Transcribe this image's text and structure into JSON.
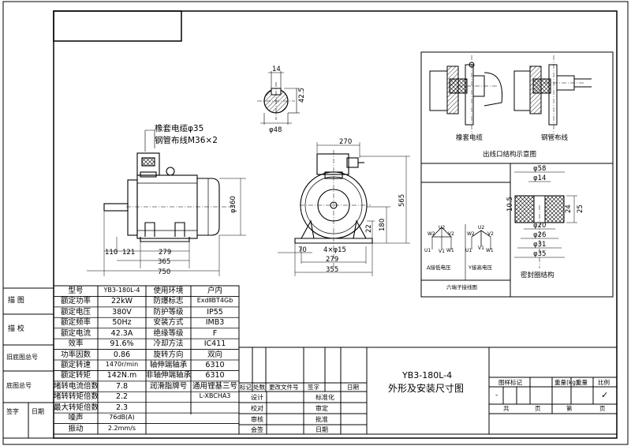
{
  "side_labels": [
    "描 图",
    "描 校",
    "旧底图总号",
    "底图总号",
    "签字",
    "日期"
  ],
  "dims": {
    "keyway_width": "14",
    "keyway_depth": "42.5",
    "shaft_dia": "φ48",
    "side_110": "110",
    "side_121": "121",
    "side_279": "279",
    "side_365": "365",
    "side_750": "750",
    "side_height": "φ360",
    "front_270": "270",
    "front_565": "565",
    "front_180": "180",
    "front_22": "22",
    "front_70": "70",
    "front_holes": "4×φ15",
    "front_279": "279",
    "front_355": "355",
    "seal_58": "φ58",
    "seal_14": "φ14",
    "seal_10_5": "10.5",
    "seal_24": "24",
    "seal_25": "25",
    "seal_20": "φ20",
    "seal_26": "φ26",
    "seal_31": "φ31",
    "seal_35": "φ35"
  },
  "cable_note": [
    "橡套电缆φ35",
    "钢管布线M36×2"
  ],
  "detail": {
    "left_label": "橡套电缆",
    "right_label": "钢管布线",
    "caption": "出线口结构示意图",
    "seal_caption": "密封圈结构",
    "wiring_caption": "六端子接线图",
    "delta_caption": "Δ接低电压",
    "y_caption": "Y接高电压",
    "terminals_delta": [
      "W2",
      "U2",
      "V2",
      "U1",
      "V1",
      "W1"
    ],
    "terminals_y": [
      "W2",
      "U2",
      "V2",
      "U1",
      "V1",
      "W1"
    ]
  },
  "spec_table": [
    [
      "型号",
      "YB3-180L-4",
      "使用环境",
      "户内"
    ],
    [
      "额定功率",
      "22kW",
      "防爆标志",
      "ExdⅡBT4Gb"
    ],
    [
      "额定电压",
      "380V",
      "防护等级",
      "IP55"
    ],
    [
      "额定频率",
      "50Hz",
      "安装方式",
      "IMB3"
    ],
    [
      "额定电流",
      "42.3A",
      "绝缘等级",
      "F"
    ],
    [
      "效率",
      "91.6%",
      "冷却方法",
      "IC411"
    ],
    [
      "功率因数",
      "0.86",
      "旋转方向",
      "双向"
    ],
    [
      "额定转速",
      "1470r/min",
      "轴伸端轴承",
      "6310"
    ],
    [
      "额定转矩",
      "142N.m",
      "非轴伸端轴承",
      "6310"
    ],
    [
      "堵转电流倍数",
      "7.8",
      "润滑脂牌号",
      "通用锂基三号"
    ],
    [
      "堵转转矩倍数",
      "2.2",
      "",
      "L-XBCHA3"
    ],
    [
      "最大转矩倍数",
      "2.3",
      "",
      ""
    ],
    [
      "噪声",
      "76dB(A)",
      "",
      ""
    ],
    [
      "振动",
      "2.2mm/s",
      "",
      ""
    ]
  ],
  "rev_header": [
    "标记",
    "处数",
    "更改文件号",
    "签字",
    "日期"
  ],
  "sign_rows": [
    [
      "设计",
      "标准化"
    ],
    [
      "校对",
      "审定"
    ],
    [
      "审核",
      "批准"
    ],
    [
      "会签",
      "日期"
    ]
  ],
  "title": {
    "model": "YB3-180L-4",
    "name": "外形及安装尺寸图"
  },
  "title_block": {
    "headers": [
      "图样标记",
      "重量(kg)",
      "重量",
      "比例"
    ],
    "scale_mark": "✓",
    "dash": "-",
    "sheet_total": "共",
    "sheet_unit": "页",
    "sheet_no": "第",
    "sheet_unit2": "页"
  }
}
